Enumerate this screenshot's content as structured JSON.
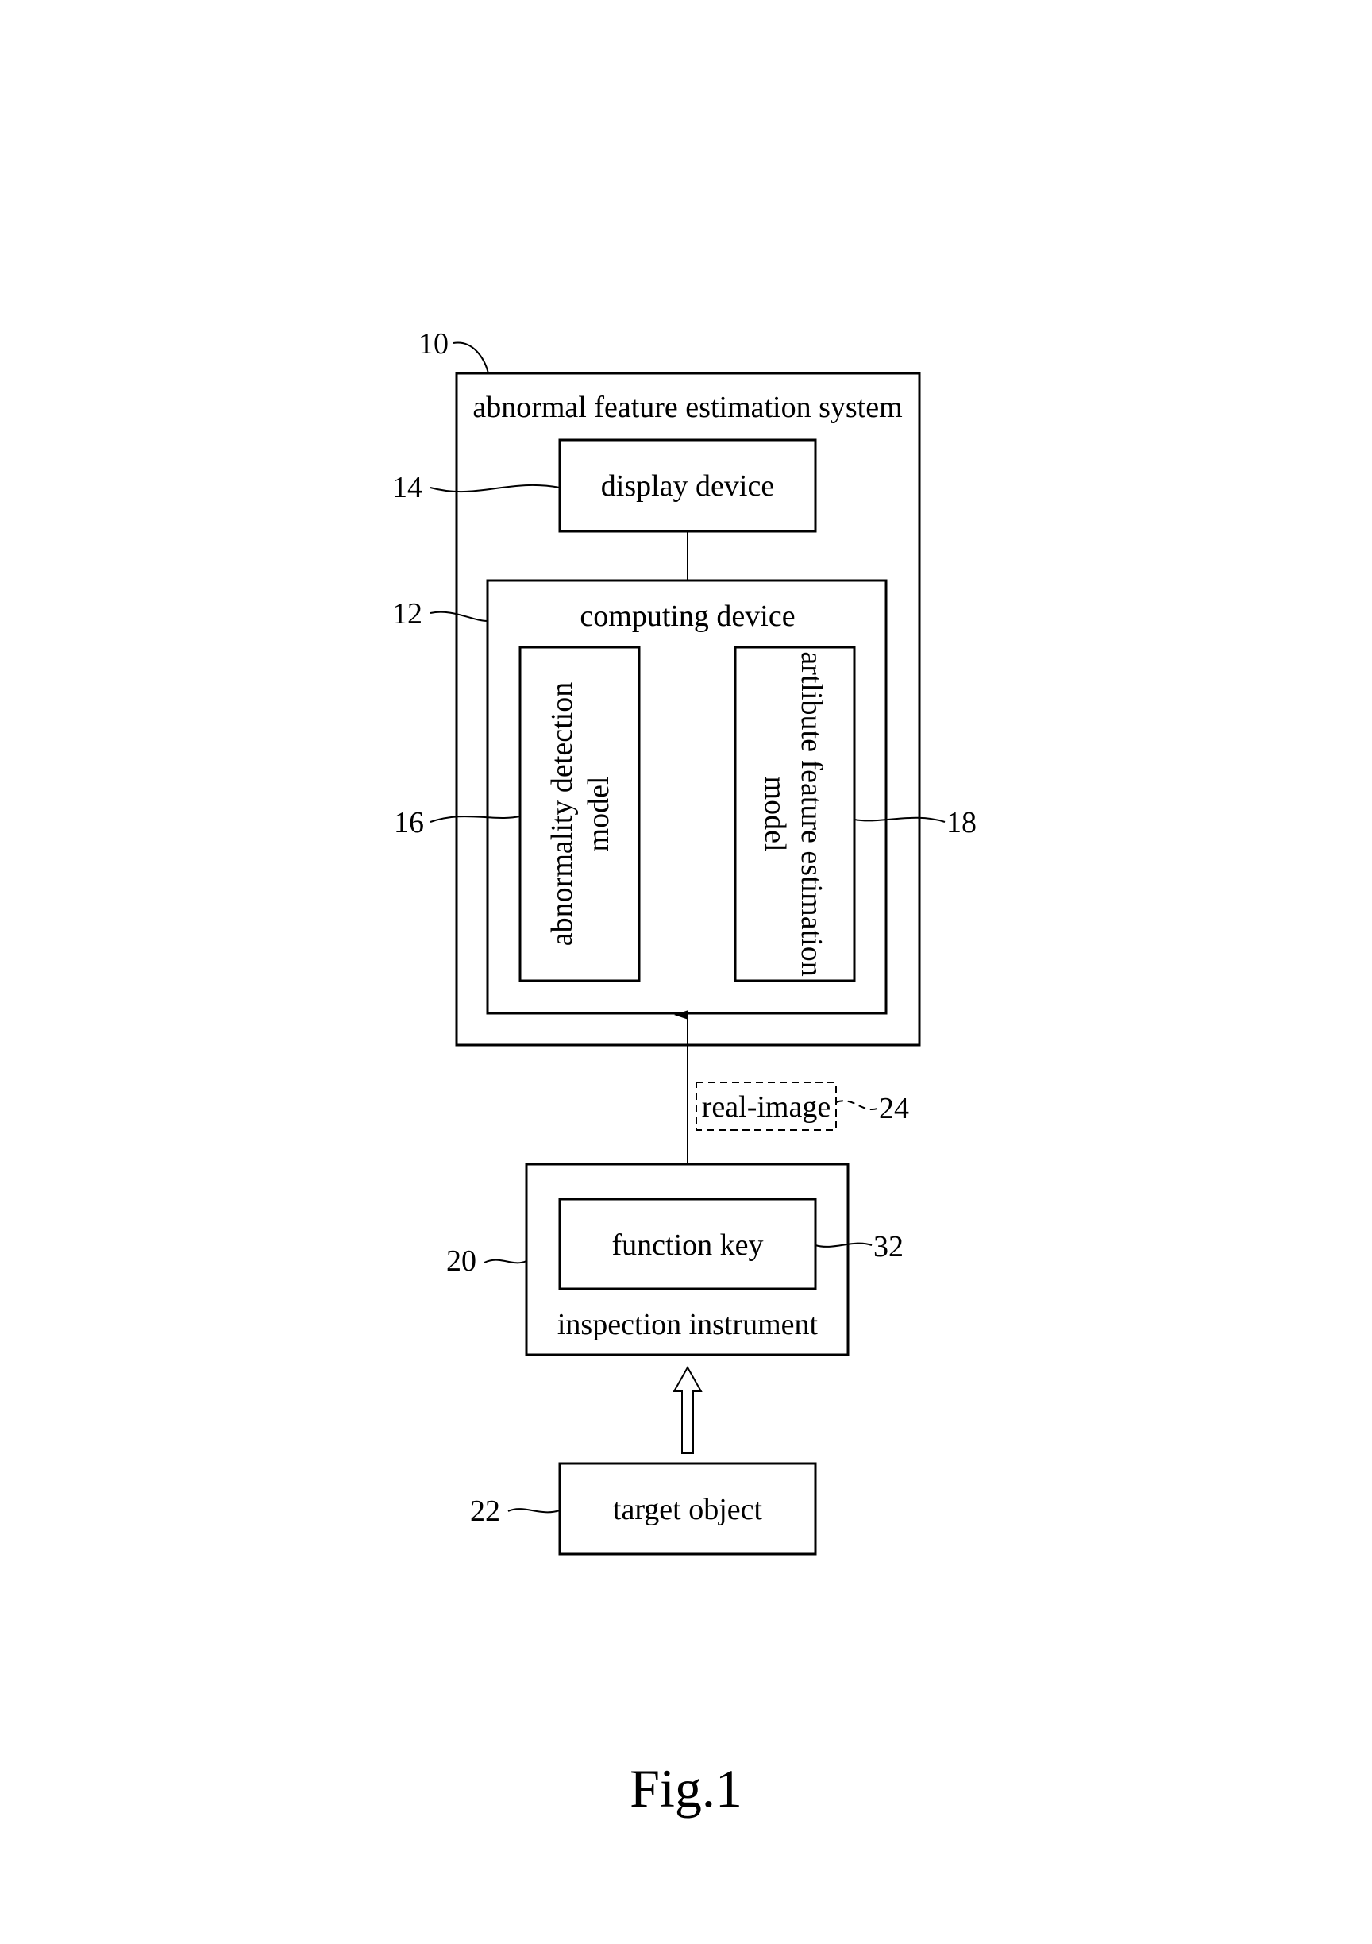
{
  "system": {
    "ref": "10",
    "label": "abnormal feature estimation system"
  },
  "display_device": {
    "ref": "14",
    "label": "display device"
  },
  "computing_device": {
    "ref": "12",
    "label": "computing device"
  },
  "abnormality_model": {
    "ref": "16",
    "line1": "abnormality detection",
    "line2": "model"
  },
  "attribute_model": {
    "ref": "18",
    "line1": "artlibute feature estimation",
    "line2": "model"
  },
  "real_image": {
    "ref": "24",
    "label": "real-image"
  },
  "inspection_instrument": {
    "ref": "20",
    "label": "inspection instrument"
  },
  "function_key": {
    "ref": "32",
    "label": "function key"
  },
  "target_object": {
    "ref": "22",
    "label": "target object"
  },
  "figure": {
    "caption": "Fig.1"
  }
}
